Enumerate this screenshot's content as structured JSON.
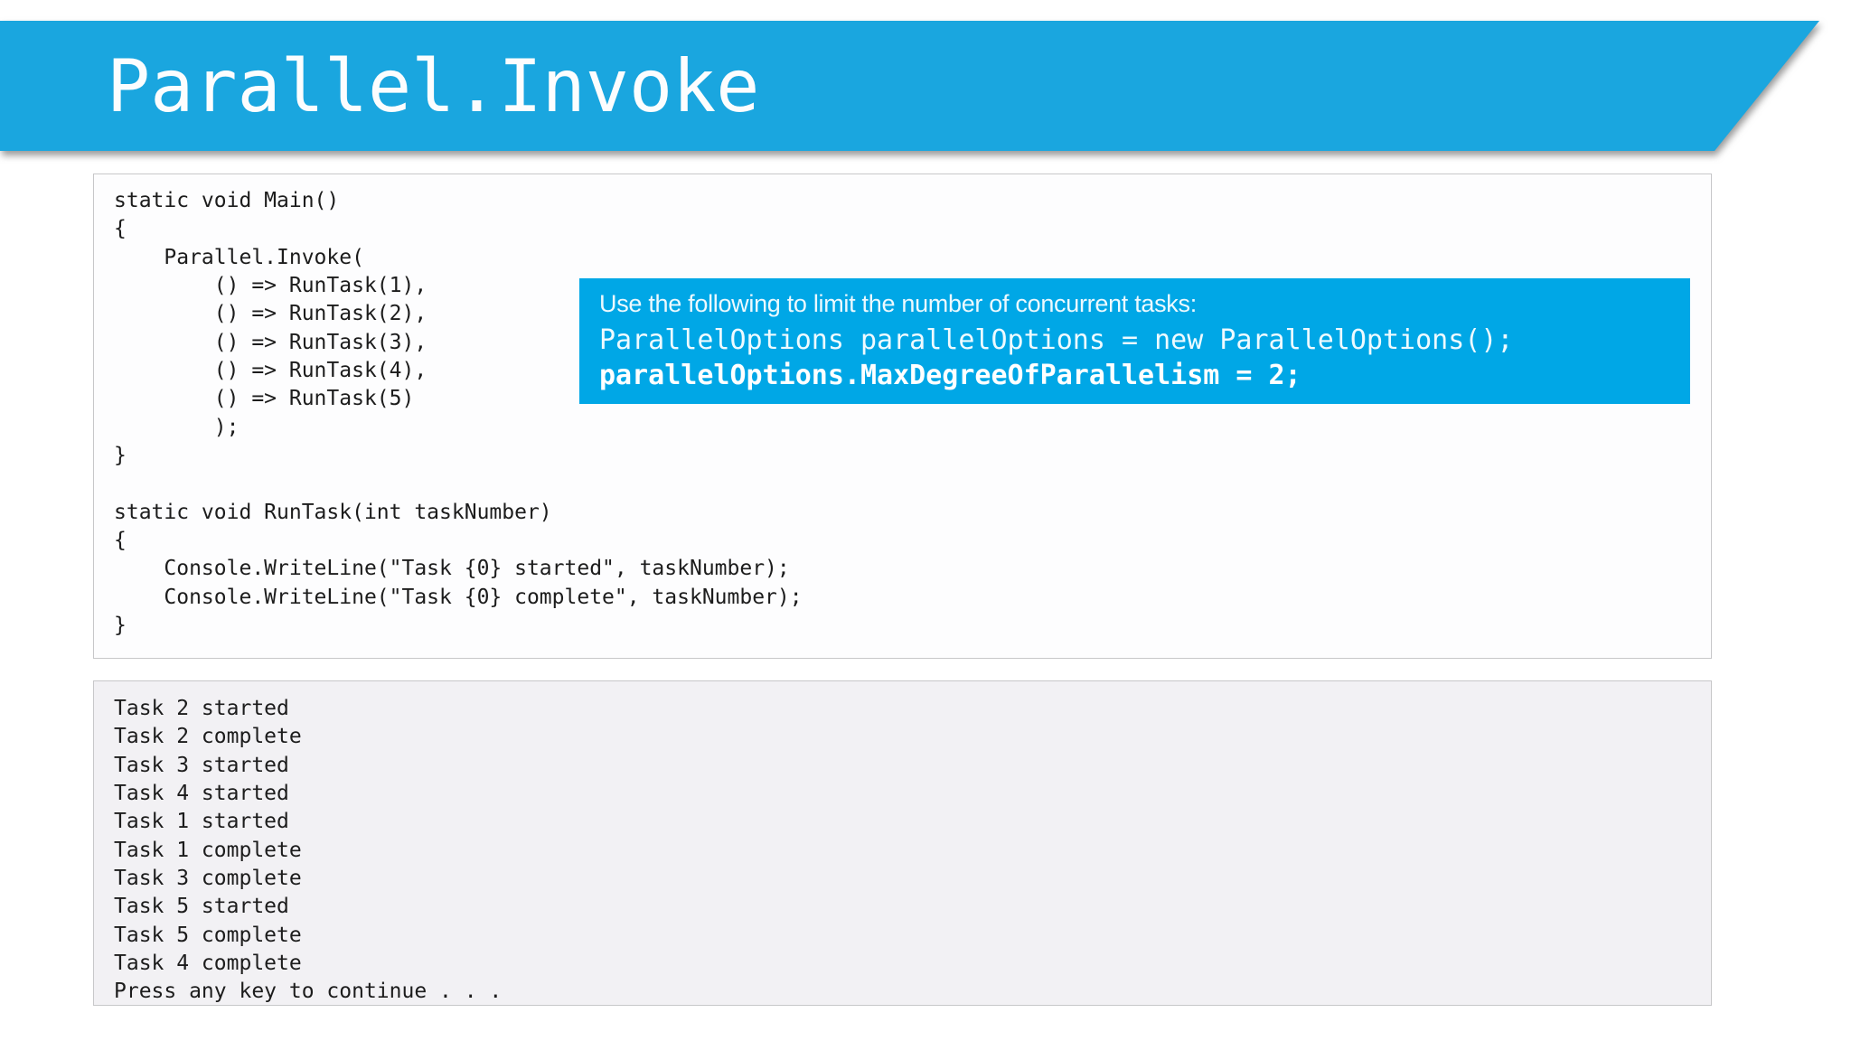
{
  "header": {
    "title": "Parallel.Invoke"
  },
  "colors": {
    "banner_blue": "#1aa6df",
    "callout_blue": "#00a7e6"
  },
  "code_panel": {
    "lines": [
      "static void Main()",
      "{",
      "    Parallel.Invoke(",
      "        () => RunTask(1),",
      "        () => RunTask(2),",
      "        () => RunTask(3),",
      "        () => RunTask(4),",
      "        () => RunTask(5)",
      "        );",
      "}",
      "",
      "static void RunTask(int taskNumber)",
      "{",
      "    Console.WriteLine(\"Task {0} started\", taskNumber);",
      "    Console.WriteLine(\"Task {0} complete\", taskNumber);",
      "}"
    ]
  },
  "callout": {
    "heading": "Use the following to limit the number of concurrent tasks:",
    "code_lines": [
      "ParallelOptions parallelOptions = new ParallelOptions();",
      "parallelOptions.MaxDegreeOfParallelism = 2;"
    ]
  },
  "console_panel": {
    "lines": [
      "Task 2 started",
      "Task 2 complete",
      "Task 3 started",
      "Task 4 started",
      "Task 1 started",
      "Task 1 complete",
      "Task 3 complete",
      "Task 5 started",
      "Task 5 complete",
      "Task 4 complete",
      "Press any key to continue . . ."
    ]
  }
}
